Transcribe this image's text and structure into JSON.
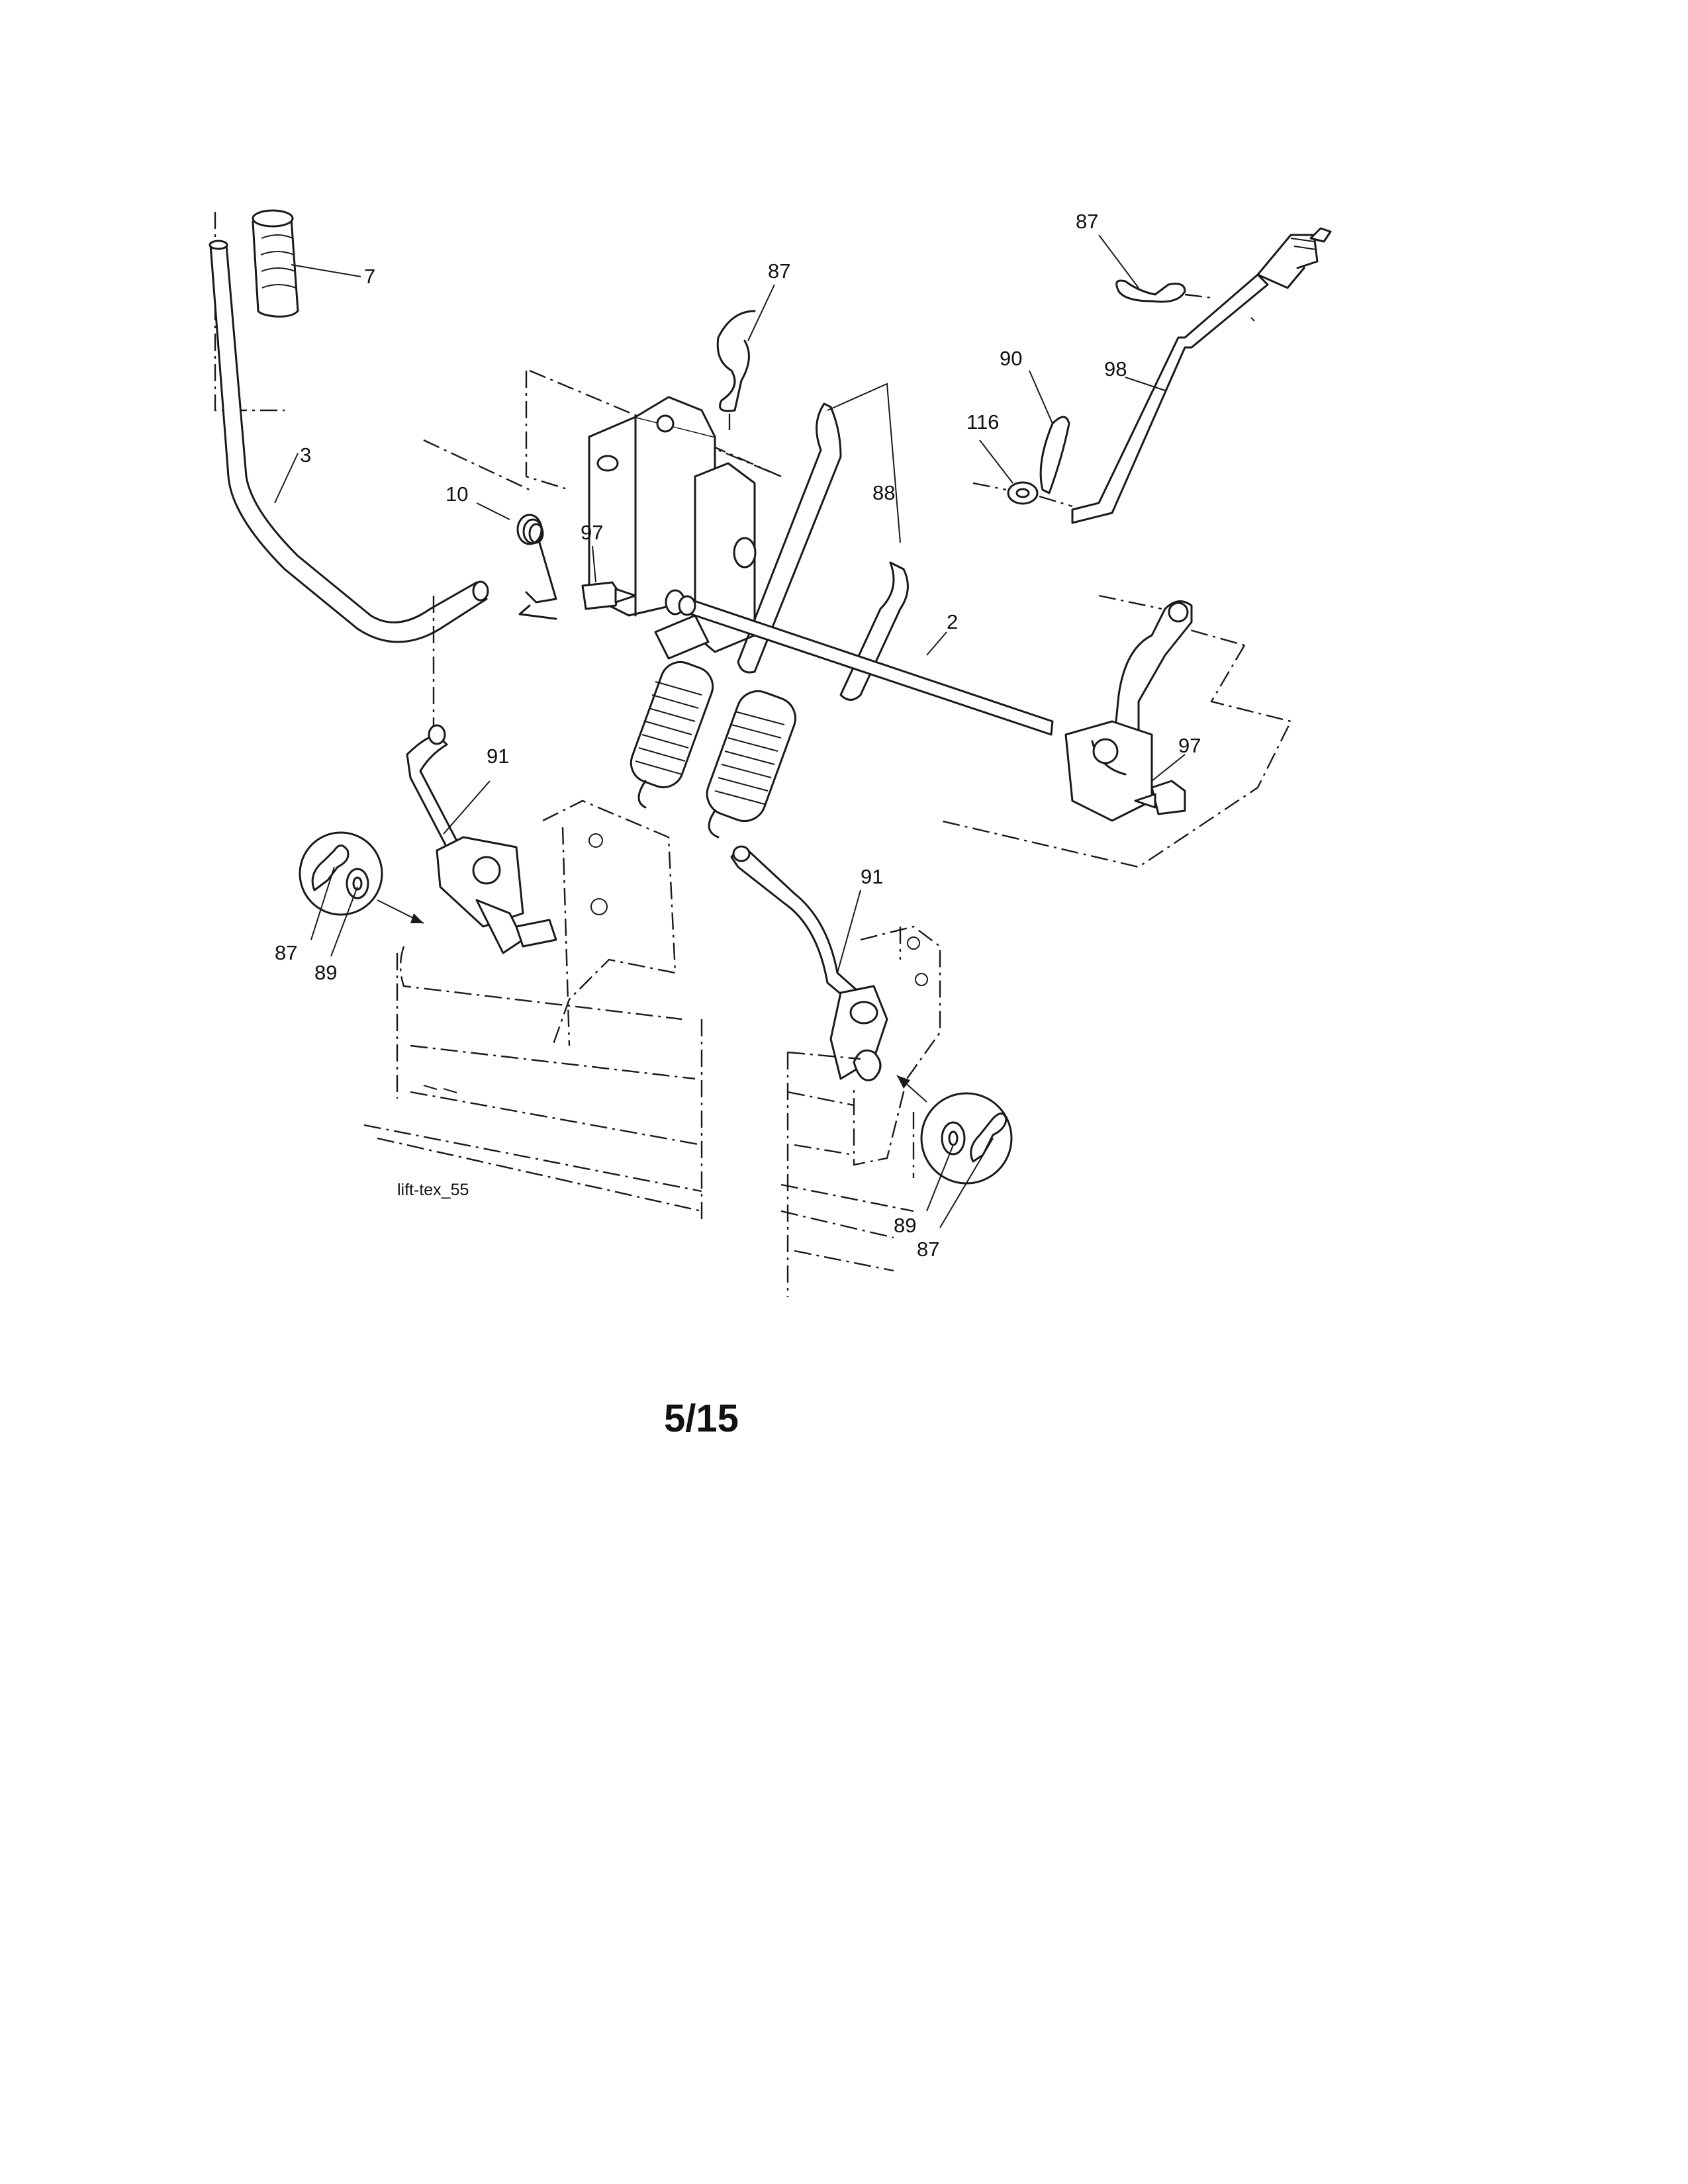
{
  "diagram": {
    "figure_id": "lift-tex_55",
    "page_number": "5/15",
    "callouts": {
      "c7": "7",
      "c3": "3",
      "c87_top": "87",
      "c10": "10",
      "c97_left": "97",
      "c88": "88",
      "c2": "2",
      "c87_right": "87",
      "c90": "90",
      "c98": "98",
      "c116": "116",
      "c97_right": "97",
      "c91_left": "91",
      "c87_left": "87",
      "c89_left": "89",
      "c91_right": "91",
      "c89_right": "89",
      "c87_bottom": "87"
    }
  }
}
